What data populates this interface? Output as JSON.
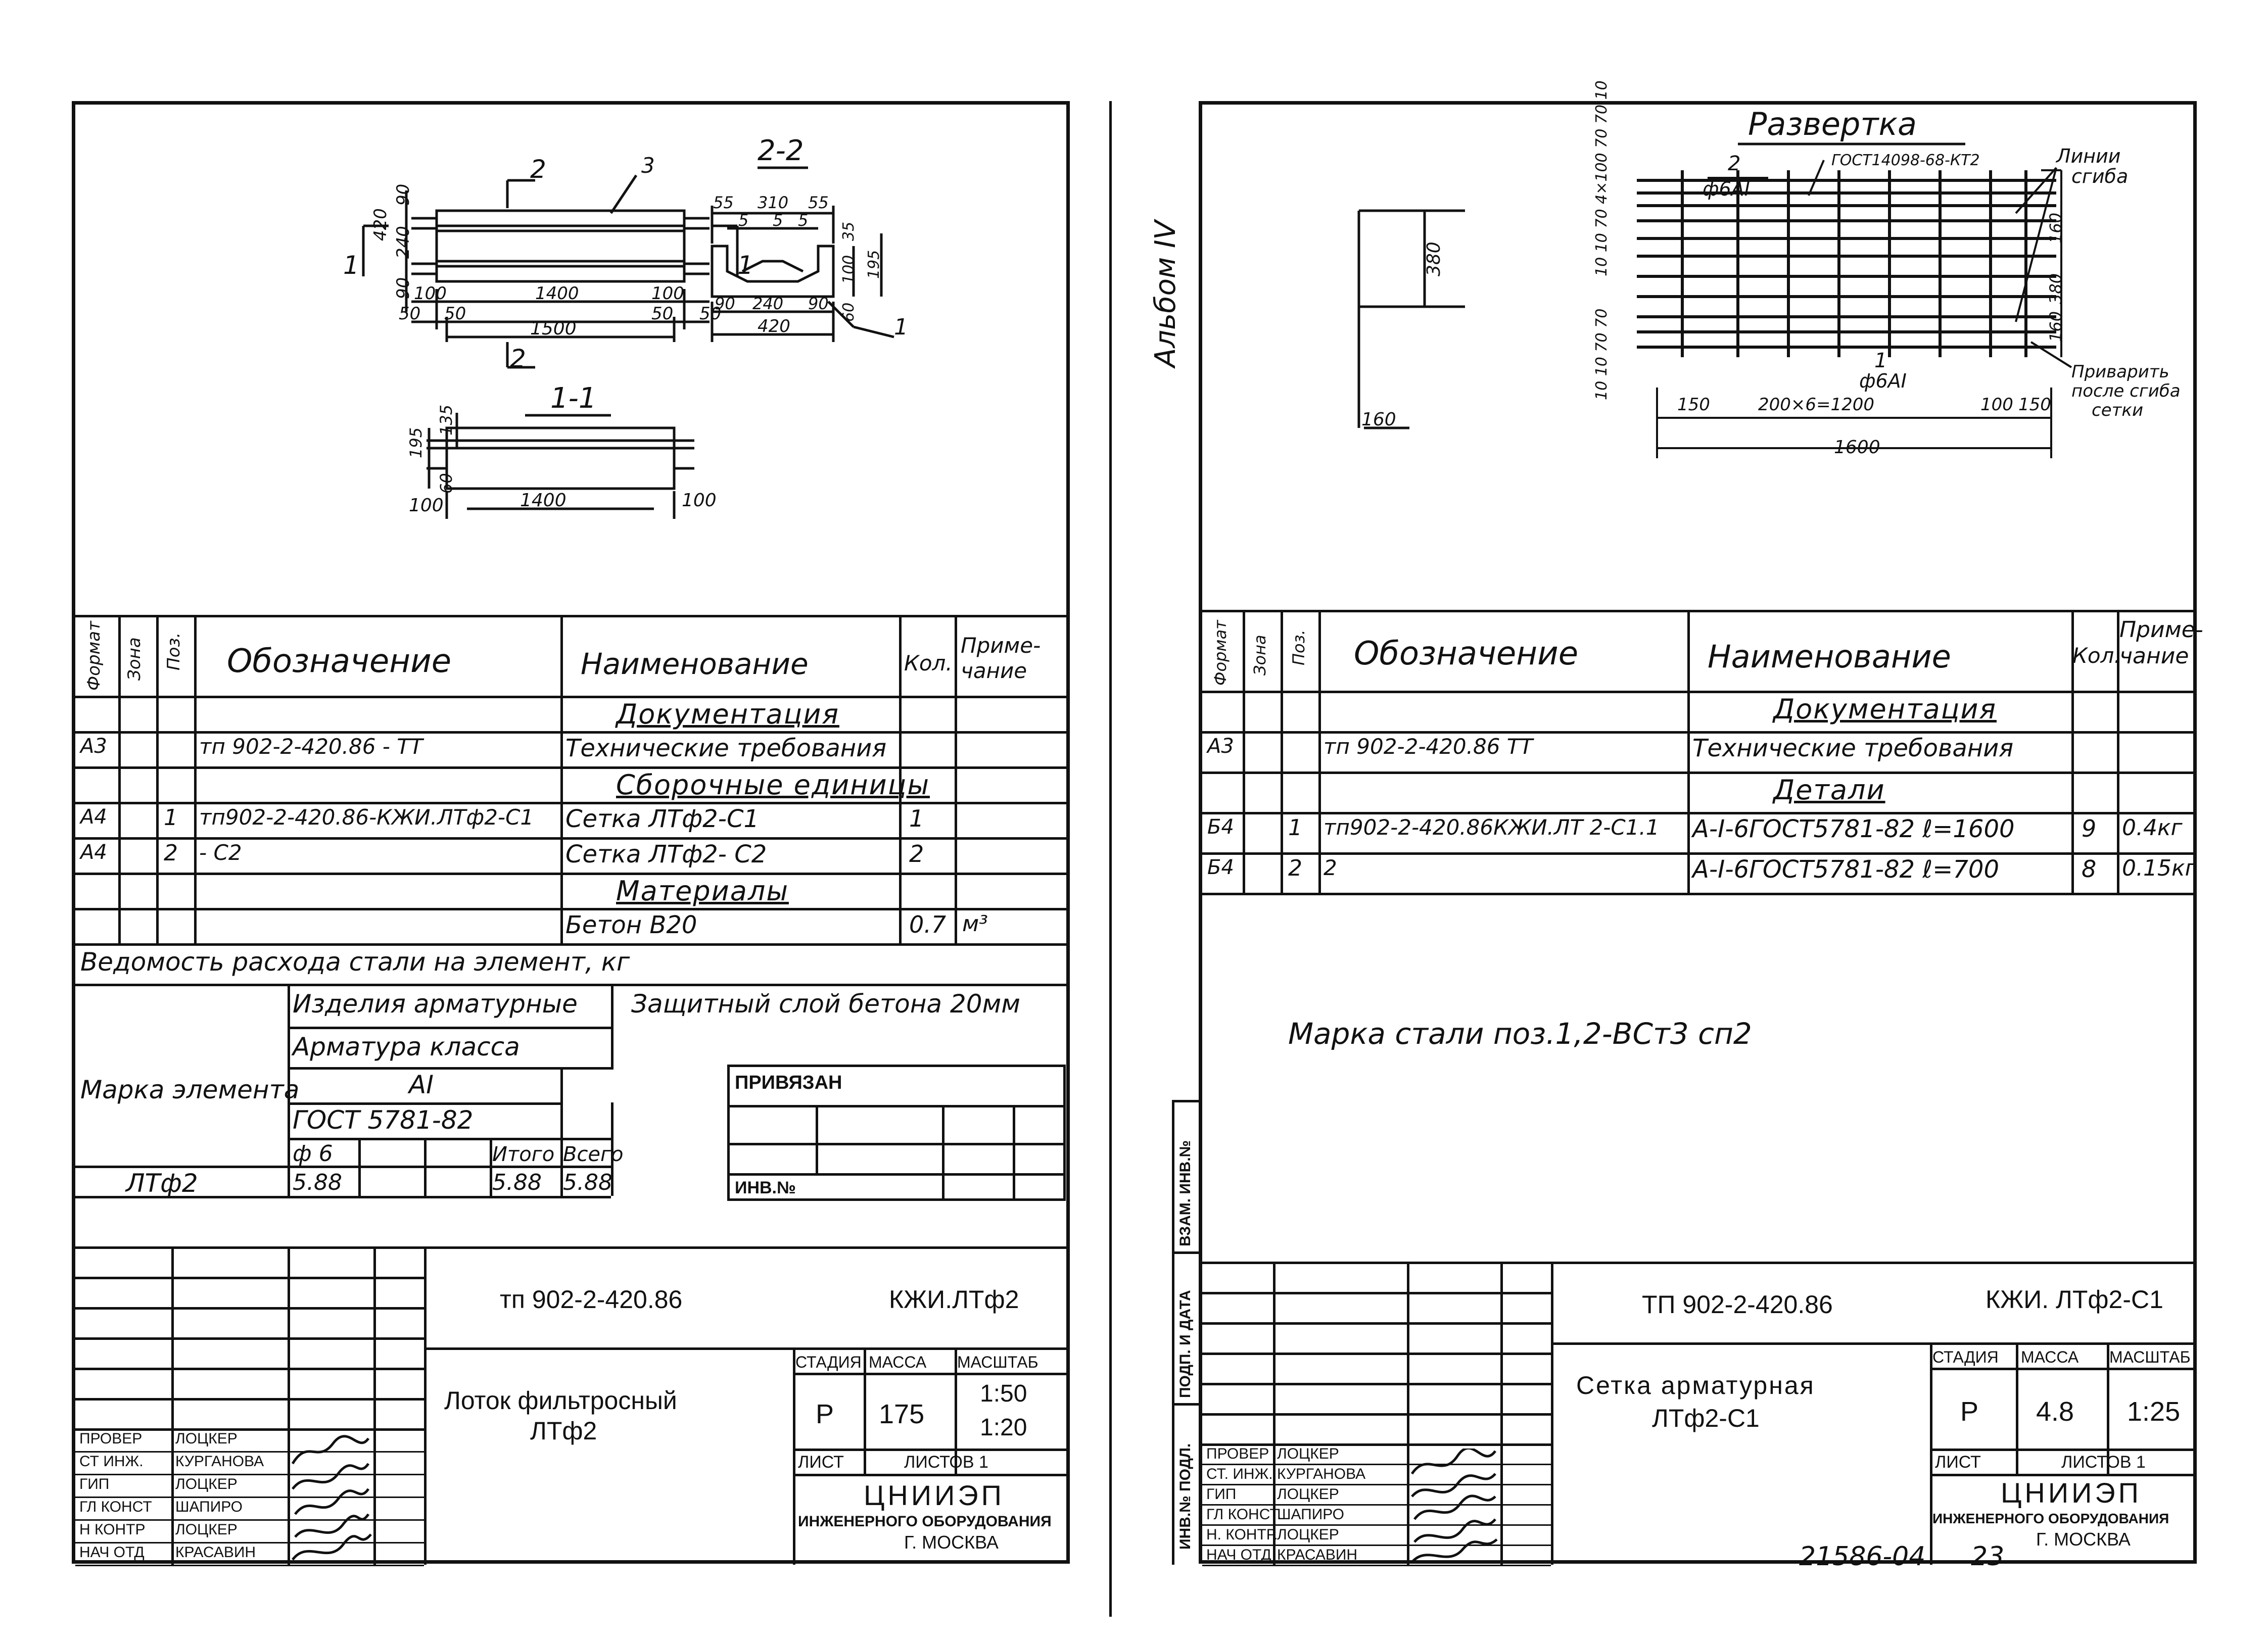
{
  "left": {
    "drawing": {
      "section_2_2_title": "2-2",
      "section_1_1_title": "1-1",
      "cut_label_1": "1",
      "cut_label_2": "2",
      "callout_3": "3",
      "callout_1": "1",
      "callout_5": "5",
      "plan_dims": {
        "h_total": "420",
        "h_top": "90",
        "h_mid": "240",
        "h_bot": "90",
        "edge_100_left": "100",
        "len_1400": "1400",
        "edge_100_right": "100",
        "end_50_a": "50",
        "end_50_b": "50",
        "end_50_c": "50",
        "end_50_d": "50",
        "len_1500": "1500"
      },
      "sec22_dims": {
        "top_55_left": "55",
        "top_310": "310",
        "top_55_right": "55",
        "inner_5_left": "5",
        "inner_5_right": "5",
        "r_35": "35",
        "r_100": "100",
        "r_195": "195",
        "r_60": "60",
        "b_90_left": "90",
        "b_240": "240",
        "b_90_right": "90",
        "b_420": "420"
      },
      "sec11_dims": {
        "h_195": "195",
        "h_135": "135",
        "h_60": "60",
        "l_100_left": "100",
        "l_1400": "1400",
        "l_100_right": "100"
      }
    },
    "spec": {
      "headers": {
        "format": "Формат",
        "zone": "Зона",
        "pos": "Поз.",
        "designation": "Обозначение",
        "name": "Наименование",
        "qty": "Кол.",
        "note_line1": "Приме-",
        "note_line2": "чание"
      },
      "rows": [
        {
          "format": "",
          "pos": "",
          "designation": "",
          "name": "Документация",
          "qty": "",
          "note": "",
          "section": true
        },
        {
          "format": "А3",
          "pos": "",
          "designation": "тп 902-2-420.86 -    ТТ",
          "name": "Технические требования",
          "qty": "",
          "note": "",
          "section": false
        },
        {
          "format": "",
          "pos": "",
          "designation": "",
          "name": "Сборочные единицы",
          "qty": "",
          "note": "",
          "section": true
        },
        {
          "format": "А4",
          "pos": "1",
          "designation": "тп902-2-420.86-КЖИ.ЛТф2-С1",
          "name": "Сетка ЛТф2-С1",
          "qty": "1",
          "note": "",
          "section": false
        },
        {
          "format": "А4",
          "pos": "2",
          "designation": "- С2",
          "name": "Сетка ЛТф2- С2",
          "qty": "2",
          "note": "",
          "section": false
        },
        {
          "format": "",
          "pos": "",
          "designation": "",
          "name": "Материалы",
          "qty": "",
          "note": "",
          "section": true
        },
        {
          "format": "",
          "pos": "",
          "designation": "",
          "name": "Бетон В20",
          "qty": "0.7",
          "note": "м³",
          "section": false
        }
      ]
    },
    "steel": {
      "title": "Ведомость расхода стали на элемент, кг",
      "element_mark_header": "Марка элемента",
      "products": "Изделия арматурные",
      "rebar_class": "Арматура класса",
      "class_value": "АI",
      "gost": "ГОСТ 5781-82",
      "diam": "ф 6",
      "total": "Итого",
      "all": "Всего",
      "element": "ЛТф2",
      "v_diam": "5.88",
      "v_total": "5.88",
      "v_all": "5.88",
      "cover_note": "Защитный слой бетона 20мм"
    },
    "binding": {
      "title": "ПРИВЯЗАН",
      "inv": "ИНВ.№"
    },
    "titleblock": {
      "code": "тп 902-2-420.86",
      "doc": "КЖИ.ЛТф2",
      "name_line1": "Лоток фильтросный",
      "name_line2": "ЛТф2",
      "stage_h": "СТАДИЯ",
      "mass_h": "МАССА",
      "scale_h": "МАСШТАБ",
      "stage": "Р",
      "mass": "175",
      "scale1": "1:50",
      "scale2": "1:20",
      "sheet": "ЛИСТ",
      "sheets": "ЛИСТОВ 1",
      "org1": "ЦНИИЭП",
      "org2": "ИНЖЕНЕРНОГО ОБОРУДОВАНИЯ",
      "org3": "Г. МОСКВА",
      "roles": [
        {
          "role": "ПРОВЕР",
          "person": "ЛОЦКЕР"
        },
        {
          "role": "СТ ИНЖ.",
          "person": "КУРГАНОВА"
        },
        {
          "role": "ГИП",
          "person": "ЛОЦКЕР"
        },
        {
          "role": "ГЛ КОНСТ",
          "person": "ШАПИРО"
        },
        {
          "role": "Н КОНТР",
          "person": "ЛОЦКЕР"
        },
        {
          "role": "НАЧ ОТД",
          "person": "КРАСАВИН"
        }
      ]
    }
  },
  "right": {
    "album": "Альбом IV",
    "drawing": {
      "title": "Развертка",
      "gost_label": "ГОСТ14098-68-КТ2",
      "bend_lines_1": "Линии",
      "bend_lines_2": "сгиба",
      "rod_top": "2",
      "rod_top_diam": "ф6АI",
      "rod_bot": "1",
      "rod_bot_diam": "ф6АI",
      "weld_1": "Приварить",
      "weld_2": "после сгиба",
      "weld_3": "сетки",
      "left_dims": "10 10 70 4×100 70 70 10",
      "left_dims_bottom": "10 10 70 70",
      "dim_160_top": "160",
      "dim_380": "380",
      "dim_160_bot": "160",
      "dim_150_left": "150",
      "dim_200x6": "200×6=1200",
      "dim_100": "100",
      "dim_150_right": "150",
      "dim_1600": "1600",
      "sketch_380": "380",
      "sketch_160": "160"
    },
    "spec": {
      "headers": {
        "format": "Формат",
        "zone": "Зона",
        "pos": "Поз.",
        "designation": "Обозначение",
        "name": "Наименование",
        "qty": "Кол.",
        "note_line1": "Приме-",
        "note_line2": "чание"
      },
      "rows": [
        {
          "format": "",
          "pos": "",
          "designation": "",
          "name": "Документация",
          "qty": "",
          "note": "",
          "section": true
        },
        {
          "format": "А3",
          "pos": "",
          "designation": "тп  902-2-420.86     ТТ",
          "name": "Технические требования",
          "qty": "",
          "note": "",
          "section": false
        },
        {
          "format": "",
          "pos": "",
          "designation": "",
          "name": "Детали",
          "qty": "",
          "note": "",
          "section": true
        },
        {
          "format": "Б4",
          "pos": "1",
          "designation": "тп902-2-420.86КЖИ.ЛТ 2-С1.1",
          "name": "А-I-6ГОСТ5781-82  ℓ=1600",
          "qty": "9",
          "note": "0.4кг",
          "section": false
        },
        {
          "format": "Б4",
          "pos": "2",
          "designation": "2",
          "name": "А-I-6ГОСТ5781-82   ℓ=700",
          "qty": "8",
          "note": "0.15кг",
          "section": false
        }
      ]
    },
    "steel_note": "Марка стали поз.1,2-ВСт3 сп2",
    "side_stamps": [
      "ИНВ.№ ПОДЛ.",
      "ПОДП. И ДАТА",
      "ВЗАМ. ИНВ.№"
    ],
    "titleblock": {
      "code": "ТП 902-2-420.86",
      "doc": "КЖИ. ЛТф2-С1",
      "name_line1": "Сетка  арматурная",
      "name_line2": "ЛТф2-С1",
      "stage_h": "СТАДИЯ",
      "mass_h": "МАССА",
      "scale_h": "МАСШТАБ",
      "stage": "Р",
      "mass": "4.8",
      "scale": "1:25",
      "sheet": "ЛИСТ",
      "sheets": "ЛИСТОВ 1",
      "org1": "ЦНИИЭП",
      "org2": "ИНЖЕНЕРНОГО ОБОРУДОВАНИЯ",
      "org3": "Г. МОСКВА",
      "roles": [
        {
          "role": "ПРОВЕР",
          "person": "ЛОЦКЕР"
        },
        {
          "role": "СТ. ИНЖ.",
          "person": "КУРГАНОВА"
        },
        {
          "role": "ГИП",
          "person": "ЛОЦКЕР"
        },
        {
          "role": "ГЛ КОНСТ.",
          "person": "ШАПИРО"
        },
        {
          "role": "Н. КОНТР.",
          "person": "ЛОЦКЕР"
        },
        {
          "role": "НАЧ ОТД",
          "person": "КРАСАВИН"
        }
      ]
    },
    "footer_code": "21586-04",
    "footer_page": "23"
  }
}
